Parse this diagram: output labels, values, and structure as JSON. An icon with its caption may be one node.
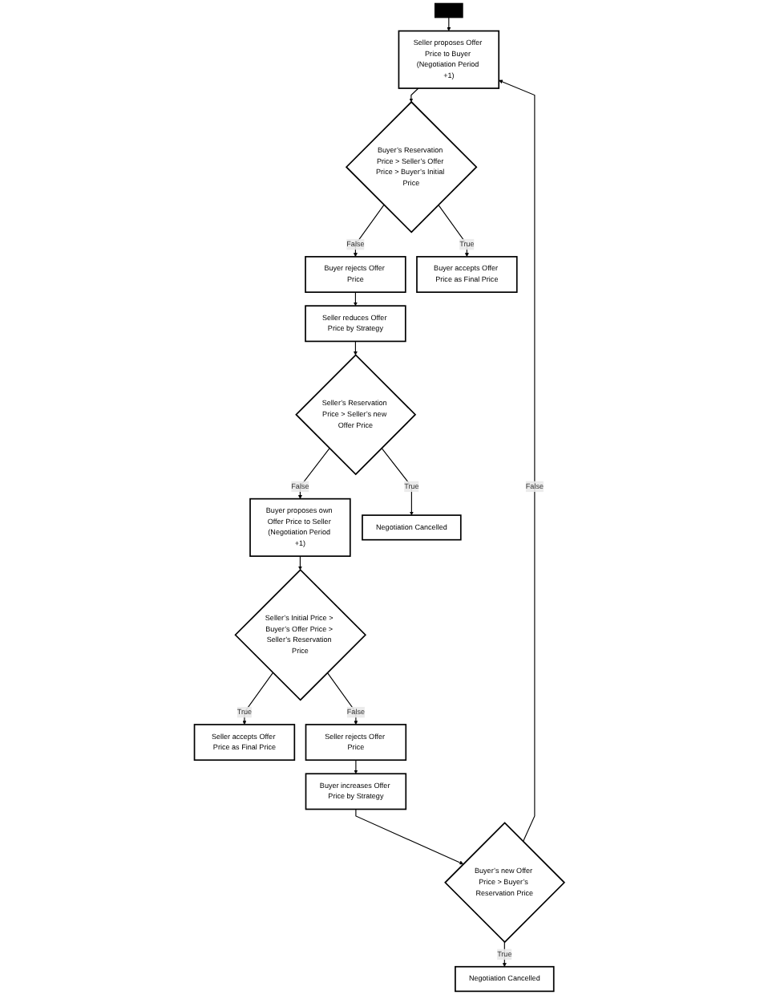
{
  "diagram": {
    "nodes": [
      {
        "text": [],
        "shape": "box"
      },
      {
        "text": [
          "Seller proposes Offer Price to Buyer (Negotiation Period +1)"
        ]
      },
      {
        "text": [
          "Buyer’s Reservation Price > Seller’s Offer Price > Buyer’s Initial Price"
        ]
      },
      {
        "text": [
          "Buyer rejects Offer Price"
        ]
      },
      {
        "text": [
          "Buyer accepts Offer Price as Final Price"
        ]
      },
      {
        "text": [
          "Seller reduces Offer Price by Strategy"
        ]
      },
      {
        "text": [
          "Seller’s Reservation Price > Seller’s new Offer Price"
        ]
      },
      {
        "text": [
          "Buyer proposes own Offer Price to Seller (Negotiation Period +1)"
        ]
      },
      {
        "text": [
          "Negotiation Cancelled"
        ]
      },
      {
        "text": [
          "Seller’s Initial Price > Buyer’s Offer Price > Seller’s Reservation Price"
        ]
      },
      {
        "text": [
          "Seller accepts Offer Price as Final Price"
        ]
      },
      {
        "text": [
          "Seller rejects Offer Price"
        ]
      },
      {
        "text": [
          "Buyer increases Offer Price by Strategy"
        ]
      },
      {
        "text": [
          "Buyer’s new Offer Price > Buyer’s Reservation Price"
        ]
      },
      {
        "text": [
          "Negotiation Cancelled"
        ]
      }
    ],
    "edges": [
      {
        "from": 0,
        "to": 1,
        "arrow": "to"
      },
      {
        "from": 1,
        "to": 2,
        "arrow": "to"
      },
      {
        "from": 2,
        "to": 3,
        "arrow": "to",
        "label": "False"
      },
      {
        "from": 2,
        "to": 4,
        "arrow": "to",
        "label": "True"
      },
      {
        "from": 3,
        "to": 5,
        "arrow": "to"
      },
      {
        "from": 5,
        "to": 6,
        "arrow": "to"
      },
      {
        "from": 6,
        "to": 7,
        "arrow": "to",
        "label": "False"
      },
      {
        "from": 6,
        "to": 8,
        "arrow": "to",
        "label": "True"
      },
      {
        "from": 7,
        "to": 9,
        "arrow": "to"
      },
      {
        "from": 9,
        "to": 10,
        "arrow": "to",
        "label": "True"
      },
      {
        "from": 9,
        "to": 11,
        "arrow": "to",
        "label": "False"
      },
      {
        "from": 11,
        "to": 12,
        "arrow": "to"
      },
      {
        "from": 12,
        "to": 13,
        "arrow": "to"
      },
      {
        "from": 13,
        "to": 14,
        "arrow": "to",
        "label": "True"
      },
      {
        "from": 13,
        "to": 1,
        "arrow": "to",
        "label": "False"
      }
    ]
  }
}
